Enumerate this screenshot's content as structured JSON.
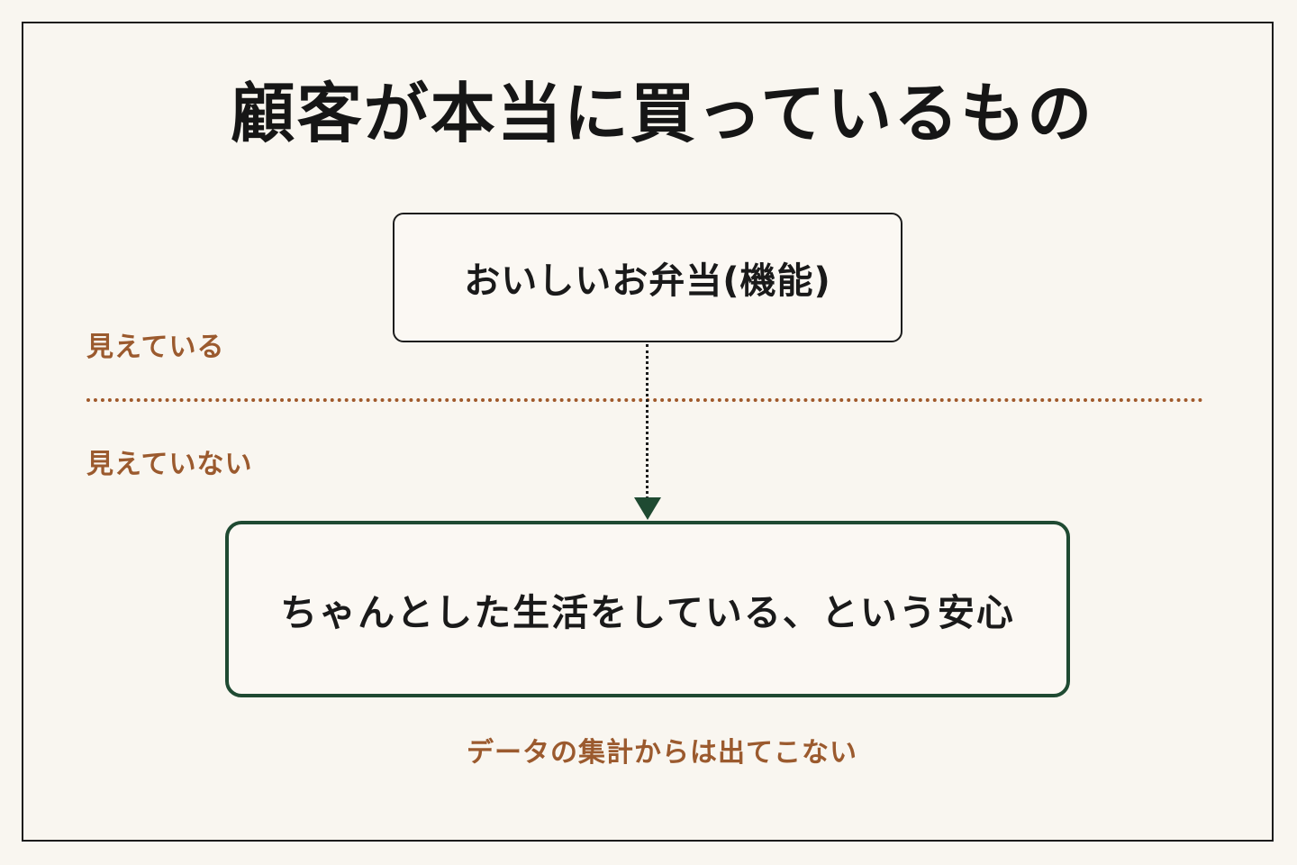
{
  "title": "顧客が本当に買っているもの",
  "visible_box": {
    "text": "おいしいお弁当(機能)"
  },
  "hidden_box": {
    "text": "ちゃんとした生活をしている、という安心"
  },
  "labels": {
    "visible": "見えている",
    "invisible": "見えていない",
    "data_note": "データの集計からは出てこない"
  },
  "colors": {
    "background": "#f9f6f0",
    "text": "#1a1a1a",
    "accent_brown": "#9b5a2e",
    "accent_green": "#1f4a32"
  }
}
